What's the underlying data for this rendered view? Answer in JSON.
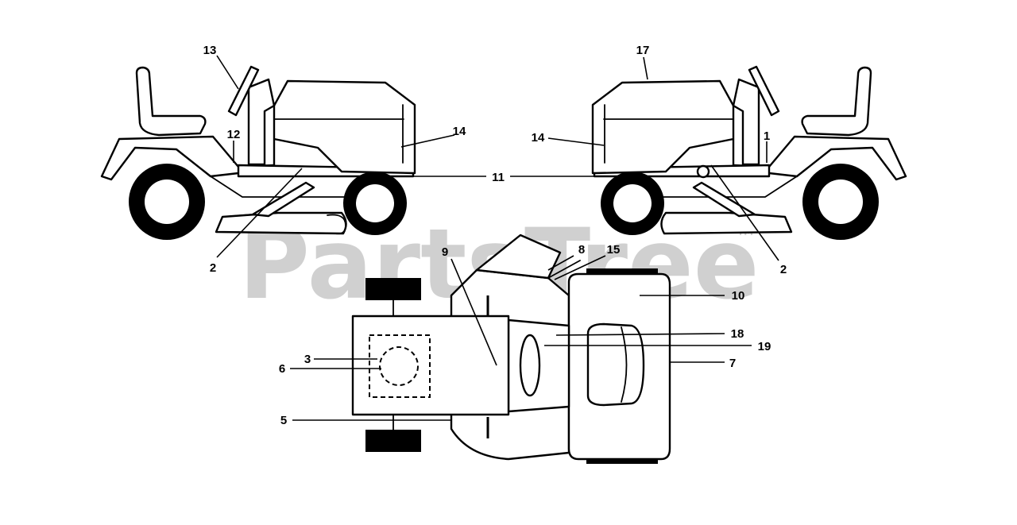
{
  "watermark": {
    "text": "PartsTree",
    "tm": "TM",
    "color": "#c8c8c8"
  },
  "callouts": [
    {
      "id": "13",
      "label": "13"
    },
    {
      "id": "12",
      "label": "12"
    },
    {
      "id": "14-left",
      "label": "14"
    },
    {
      "id": "11",
      "label": "11"
    },
    {
      "id": "2-left",
      "label": "2"
    },
    {
      "id": "17",
      "label": "17"
    },
    {
      "id": "14-right",
      "label": "14"
    },
    {
      "id": "1",
      "label": "1"
    },
    {
      "id": "2-right",
      "label": "2"
    },
    {
      "id": "9",
      "label": "9"
    },
    {
      "id": "8",
      "label": "8"
    },
    {
      "id": "15",
      "label": "15"
    },
    {
      "id": "10",
      "label": "10"
    },
    {
      "id": "18",
      "label": "18"
    },
    {
      "id": "19",
      "label": "19"
    },
    {
      "id": "7",
      "label": "7"
    },
    {
      "id": "3",
      "label": "3"
    },
    {
      "id": "6",
      "label": "6"
    },
    {
      "id": "5",
      "label": "5"
    }
  ]
}
